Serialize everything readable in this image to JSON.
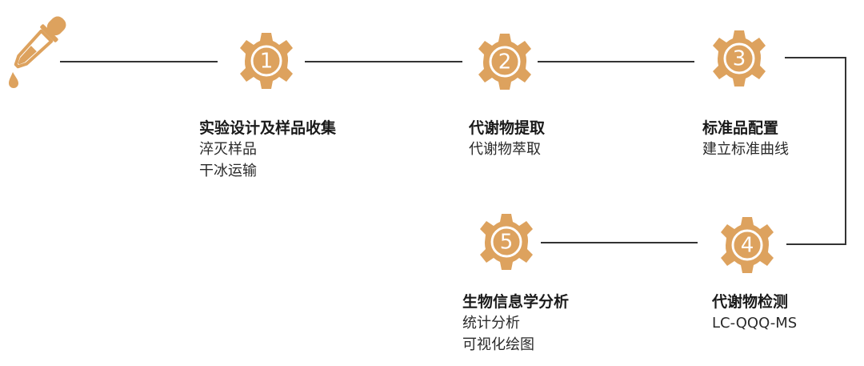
{
  "colors": {
    "accent": "#DDA25E",
    "line": "#333333",
    "numeral": "#ffffff"
  },
  "icons": {
    "start": "dropper-icon",
    "step": "gear-icon"
  },
  "steps": [
    {
      "number": "1",
      "title": "实验设计及样品收集",
      "lines": [
        "淬灭样品",
        "干冰运输"
      ]
    },
    {
      "number": "2",
      "title": "代谢物提取",
      "lines": [
        "代谢物萃取"
      ]
    },
    {
      "number": "3",
      "title": "标准品配置",
      "lines": [
        "建立标准曲线"
      ]
    },
    {
      "number": "4",
      "title": "代谢物检测",
      "lines": [
        "LC-QQQ-MS"
      ]
    },
    {
      "number": "5",
      "title": "生物信息学分析",
      "lines": [
        "统计分析",
        "可视化绘图"
      ]
    }
  ]
}
